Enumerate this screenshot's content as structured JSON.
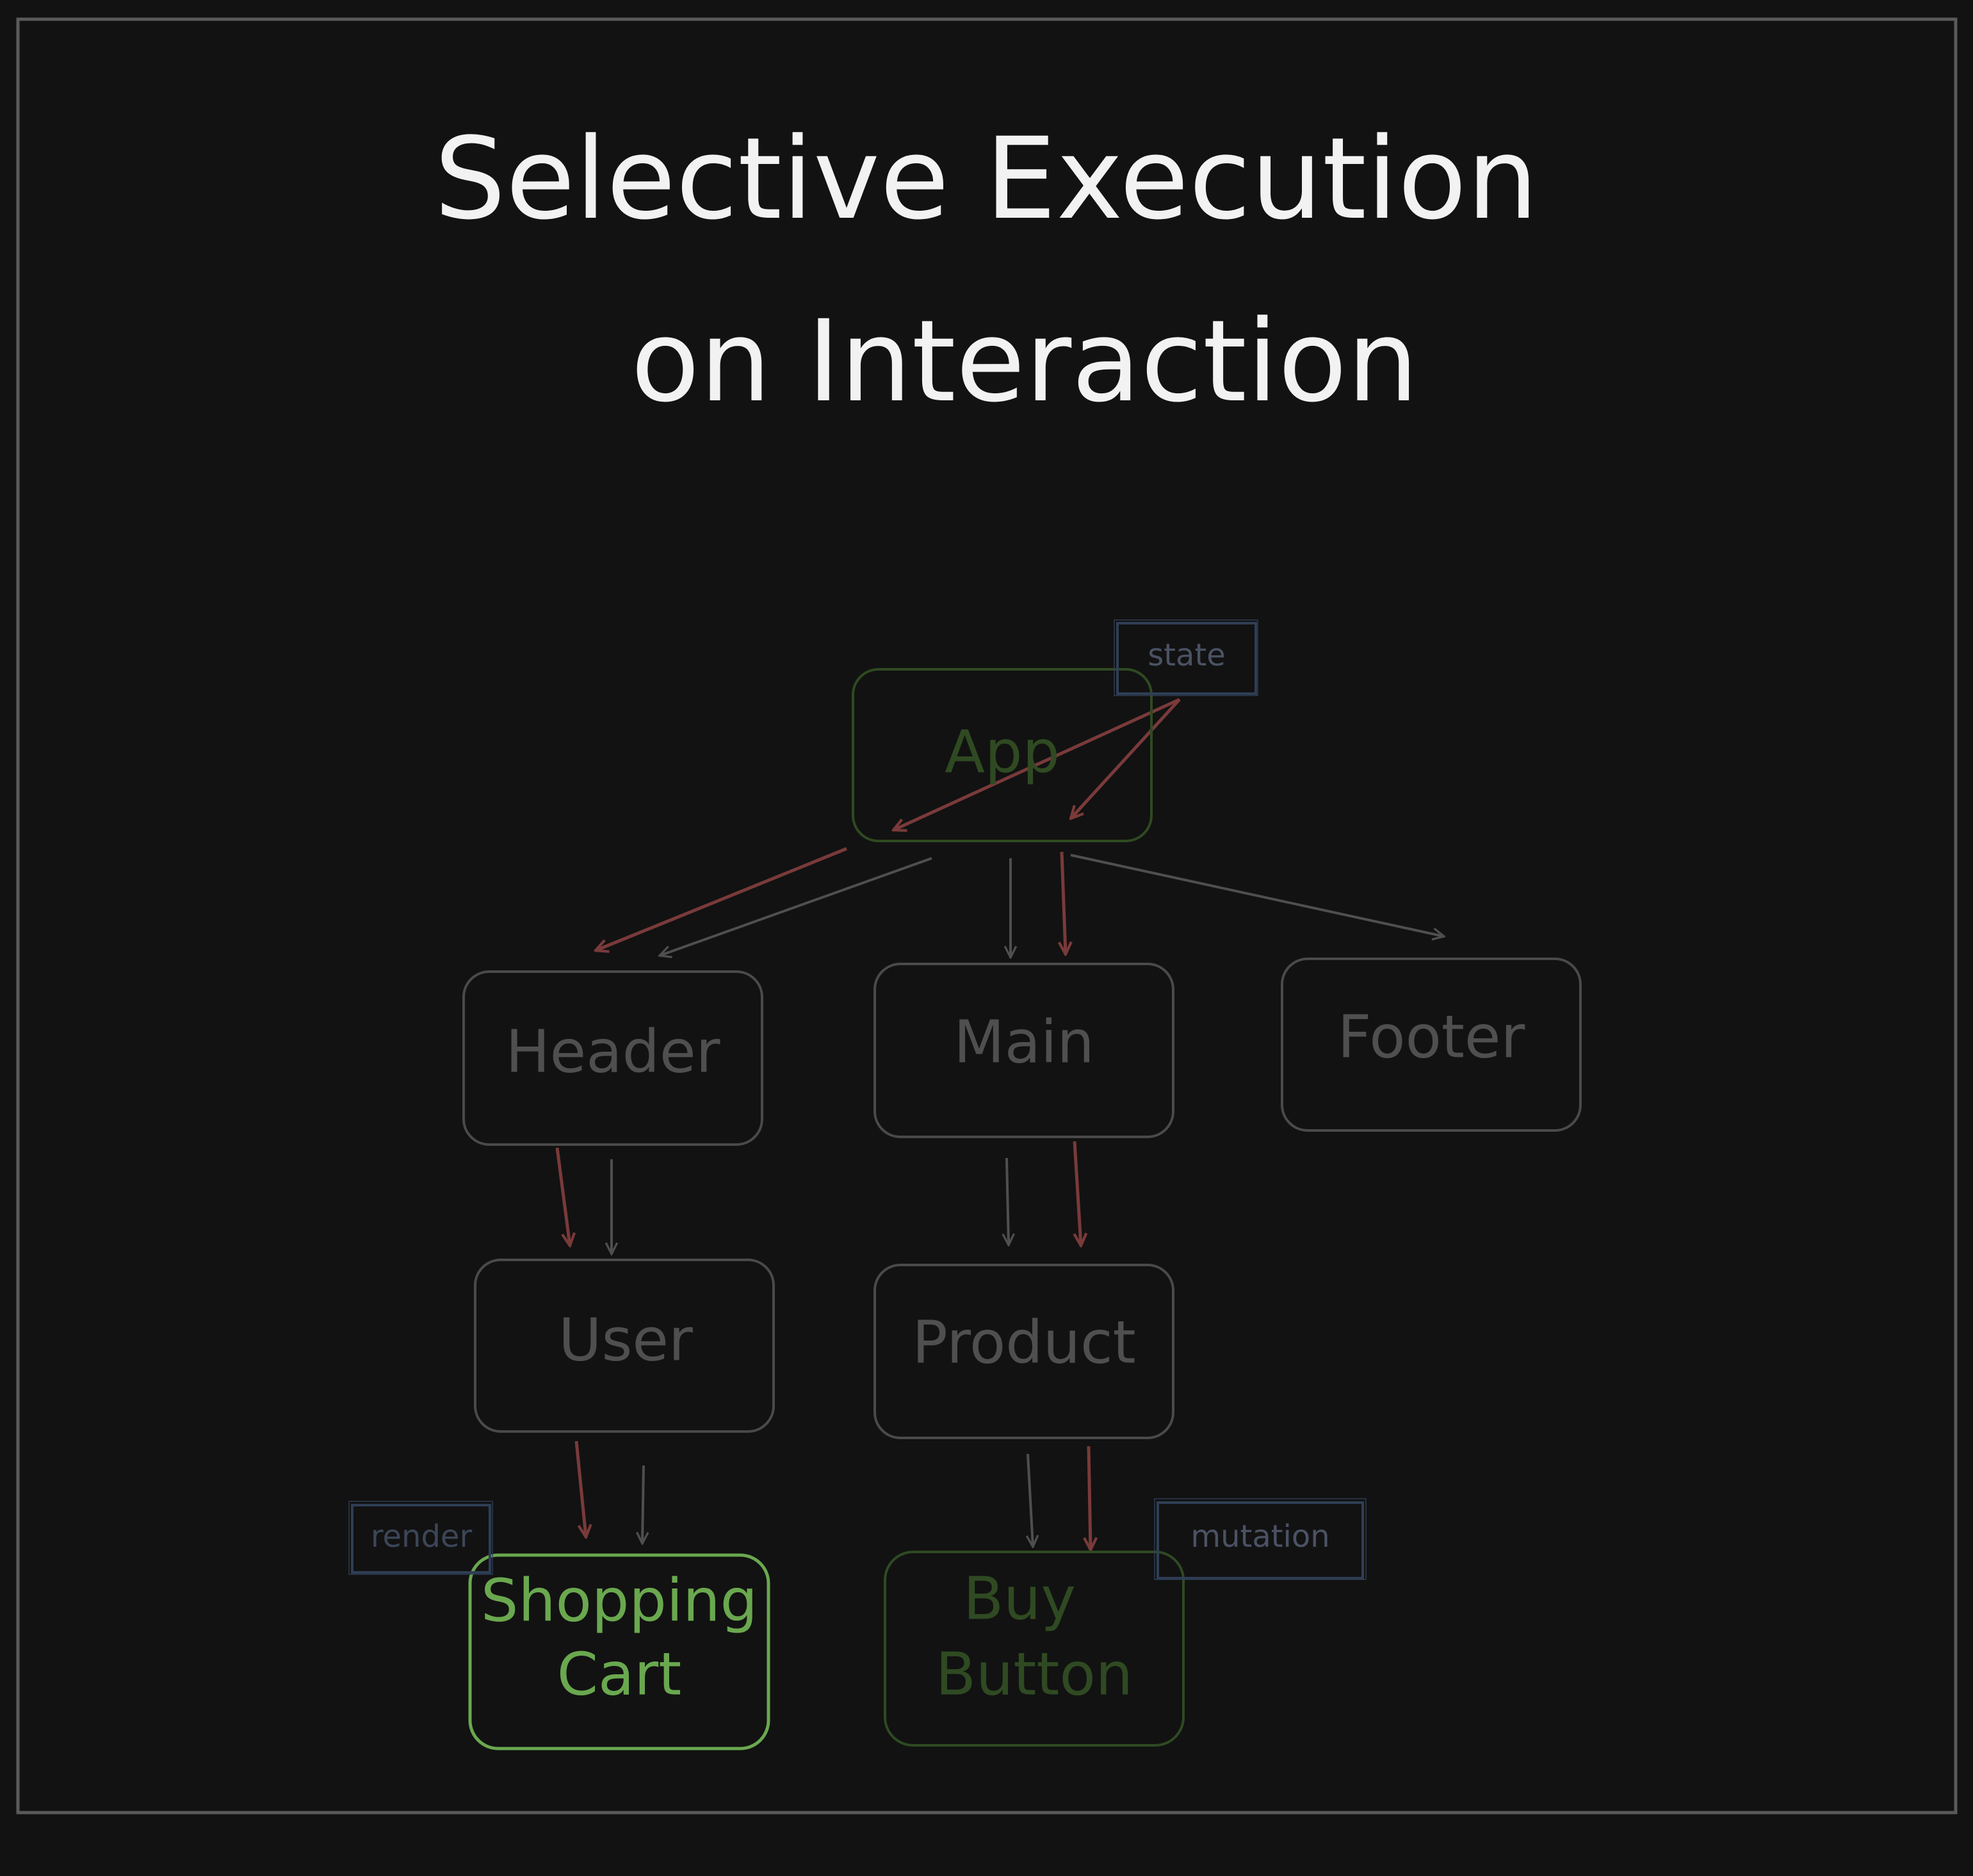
{
  "title": {
    "line1": "Selective Execution",
    "line2": "on Interaction"
  },
  "colors": {
    "background": "#121212",
    "frame": "#5a5a5a",
    "node_dim": "#4a4a4a",
    "node_text_dim": "#4f4f4f",
    "active_green": "#6aa84f",
    "dim_green": "#2f4a22",
    "red_arrow": "#7a3a3a",
    "grey_arrow": "#4f4f4f",
    "tag_blue": "#2f3e55"
  },
  "nodes": {
    "app": "App",
    "header": "Header",
    "main": "Main",
    "footer": "Footer",
    "user": "User",
    "product": "Product",
    "shopping_cart_line1": "Shopping",
    "shopping_cart_line2": "Cart",
    "buy_button_line1": "Buy",
    "buy_button_line2": "Button"
  },
  "tags": {
    "state": "state",
    "render": "render",
    "mutation": "mutation"
  }
}
